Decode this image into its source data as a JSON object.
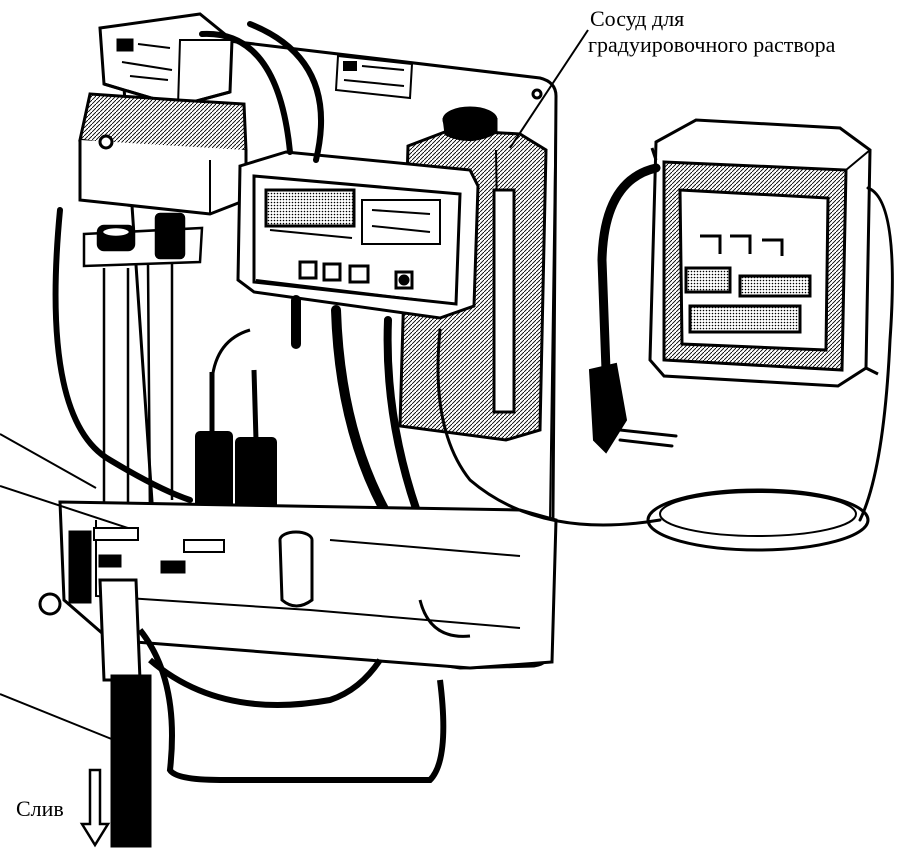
{
  "labels": {
    "vessel_line1": "Сосуд для",
    "vessel_line2": "градуировочного раствора",
    "drain": "Слив"
  },
  "colors": {
    "ink": "#000000",
    "paper": "#ffffff",
    "shade": "#1a1a1a",
    "light_shade": "#d8d8d8"
  }
}
